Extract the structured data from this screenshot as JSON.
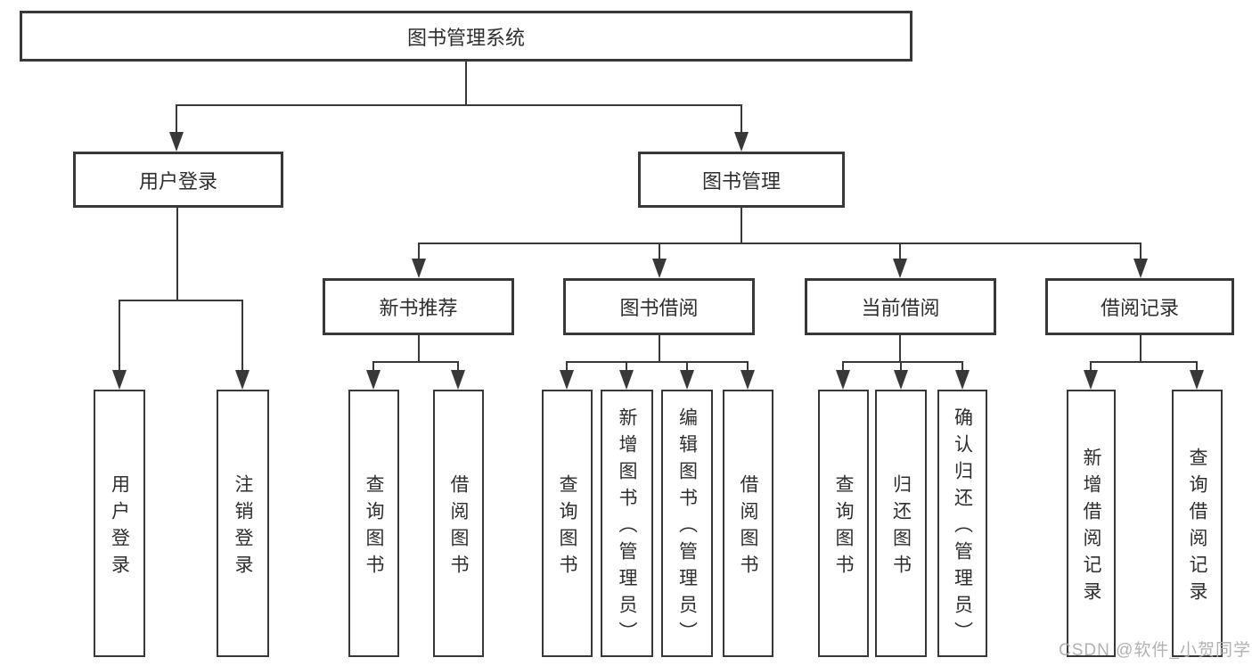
{
  "tree": {
    "label": "图书管理系统",
    "children": [
      {
        "label": "用户登录",
        "children": [
          {
            "label": "用户登录"
          },
          {
            "label": "注销登录"
          }
        ]
      },
      {
        "label": "图书管理",
        "children": [
          {
            "label": "新书推荐",
            "children": [
              {
                "label": "查询图书"
              },
              {
                "label": "借阅图书"
              }
            ]
          },
          {
            "label": "图书借阅",
            "children": [
              {
                "label": "查询图书"
              },
              {
                "label": "新增图书（管理员）"
              },
              {
                "label": "编辑图书（管理员）"
              },
              {
                "label": "借阅图书"
              }
            ]
          },
          {
            "label": "当前借阅",
            "children": [
              {
                "label": "查询图书"
              },
              {
                "label": "归还图书"
              },
              {
                "label": "确认归还（管理员）"
              }
            ]
          },
          {
            "label": "借阅记录",
            "children": [
              {
                "label": "新增借阅记录"
              },
              {
                "label": "查询借阅记录"
              }
            ]
          }
        ]
      }
    ]
  },
  "watermark": {
    "text": "CSDN @软件_小贺同学"
  },
  "colors": {
    "line": "#383838",
    "text": "#2e2e2e",
    "background": "#ffffff",
    "watermark": "#adadad"
  }
}
